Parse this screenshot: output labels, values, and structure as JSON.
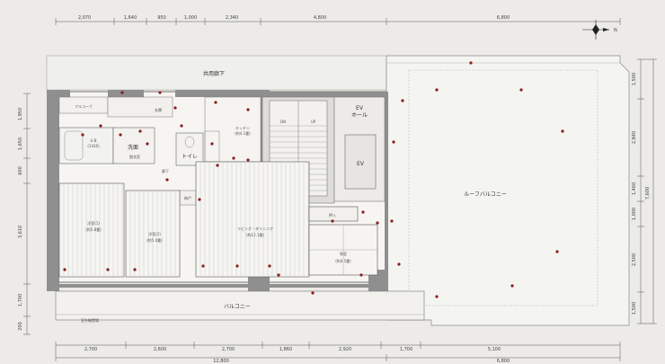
{
  "plan": {
    "compass_label": "N",
    "dims_top": [
      "2,070",
      "1,640",
      "950",
      "1,000",
      "2,340",
      "4,800",
      "6,800"
    ],
    "dims_bottom_row1": [
      "2,700",
      "2,600",
      "2,700",
      "1,860",
      "2,920",
      "1,700",
      "5,100"
    ],
    "dims_bottom_row2": [
      "12,800",
      "6,800"
    ],
    "dims_left": [
      "1,950",
      "1,650",
      "600",
      "3,610",
      "1,700",
      "200"
    ],
    "dims_right": [
      "1,500",
      "2,840",
      "7,600",
      "1,460",
      "1,000",
      "2,500",
      "1,500"
    ],
    "rooms": {
      "corridor": "共用廊下",
      "alcove": "アルコーブ",
      "entrance": "玄関",
      "ub": "U.B",
      "ub_size": "(1416)",
      "washroom": "洗面",
      "dressing": "脱衣室",
      "toilet": "トイレ",
      "hallway": "廊下",
      "storage1": "納戸",
      "kitchen": "キッチン",
      "kitchen_size": "(約4.1畳)",
      "western1": "洋室(1)",
      "western1_size": "(約5.8畳)",
      "western2": "洋室(2)",
      "western2_size": "(約5.0畳)",
      "living": "リビング・ダイニング",
      "living_size": "(約12.1畳)",
      "closet": "押入",
      "japanese": "和室",
      "japanese_size": "(約4.5畳)",
      "ev_hall": "EV",
      "ev_hall2": "ホール",
      "ev": "EV",
      "stair_dn": "DN",
      "stair_up": "UP",
      "roof_balcony": "ルーフバルコニー",
      "balcony": "バルコニー",
      "outdoor_unit": "室外機置場"
    }
  }
}
